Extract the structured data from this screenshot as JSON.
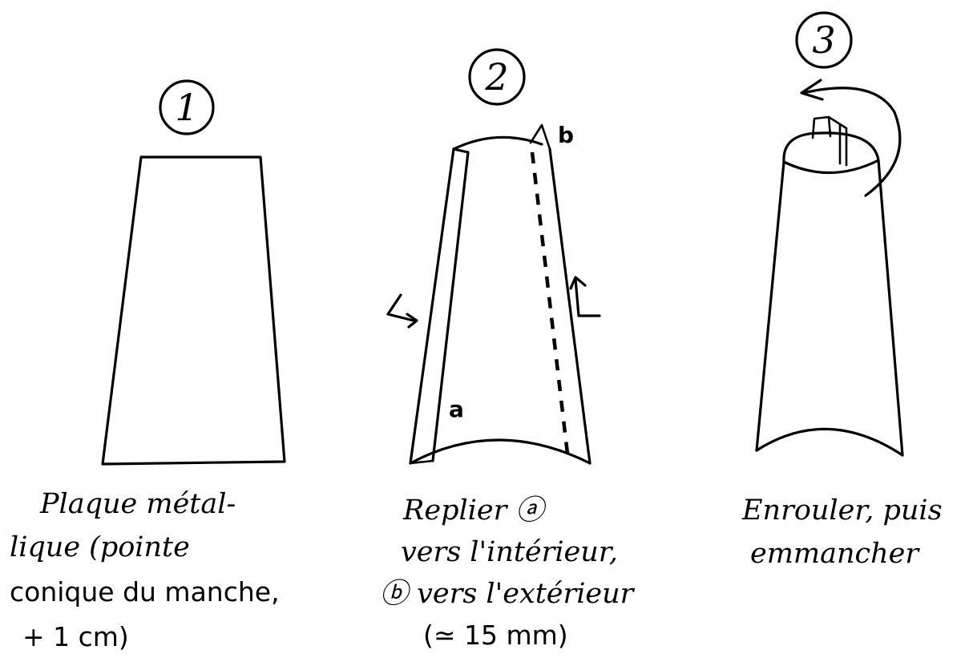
{
  "steps": [
    {
      "number": "1",
      "caption_lines": [
        "Plaque métal-",
        "lique (pointe",
        "conique du manche,",
        "+ 1 cm)"
      ]
    },
    {
      "number": "2",
      "label_a": "a",
      "label_b": "b",
      "caption_lines": [
        "Replier ⓐ",
        "vers l'intérieur,",
        "ⓑ vers l'extérieur",
        "(≃ 15 mm)"
      ]
    },
    {
      "number": "3",
      "caption_lines": [
        "Enrouler, puis",
        "emmancher"
      ]
    }
  ]
}
